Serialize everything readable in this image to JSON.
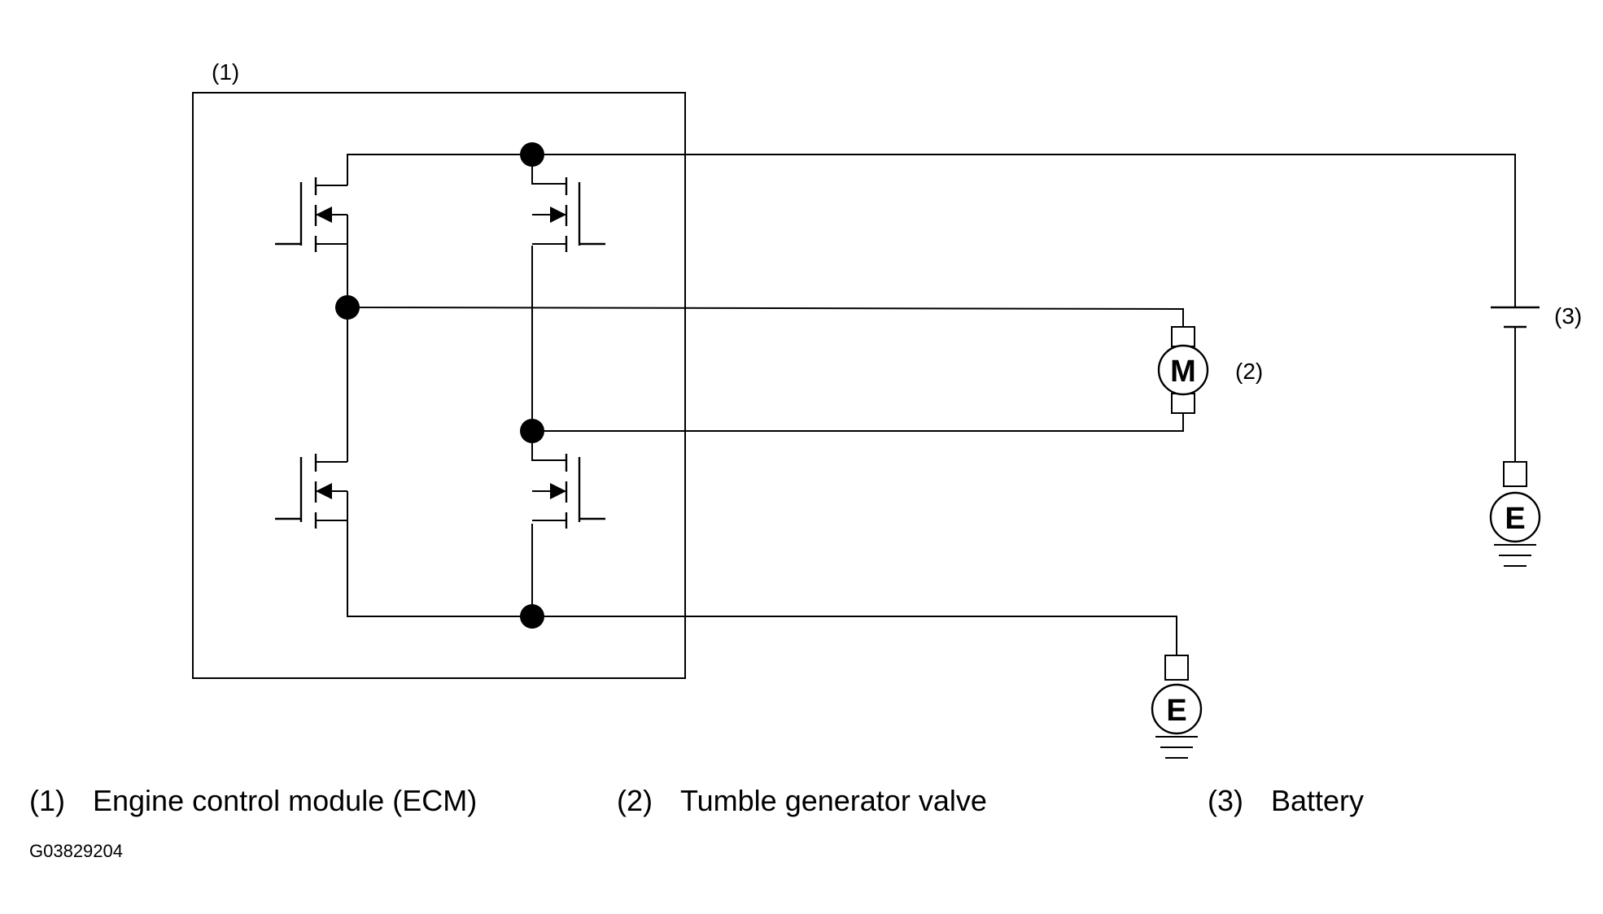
{
  "diagram": {
    "callouts": {
      "ecm": "(1)",
      "valve": "(2)",
      "battery": "(3)"
    },
    "motor_symbol": "M",
    "ground_symbol": "E"
  },
  "legend": [
    {
      "num": "(1)",
      "text": "Engine control module (ECM)"
    },
    {
      "num": "(2)",
      "text": "Tumble generator valve"
    },
    {
      "num": "(3)",
      "text": "Battery"
    }
  ],
  "figure_code": "G03829204"
}
